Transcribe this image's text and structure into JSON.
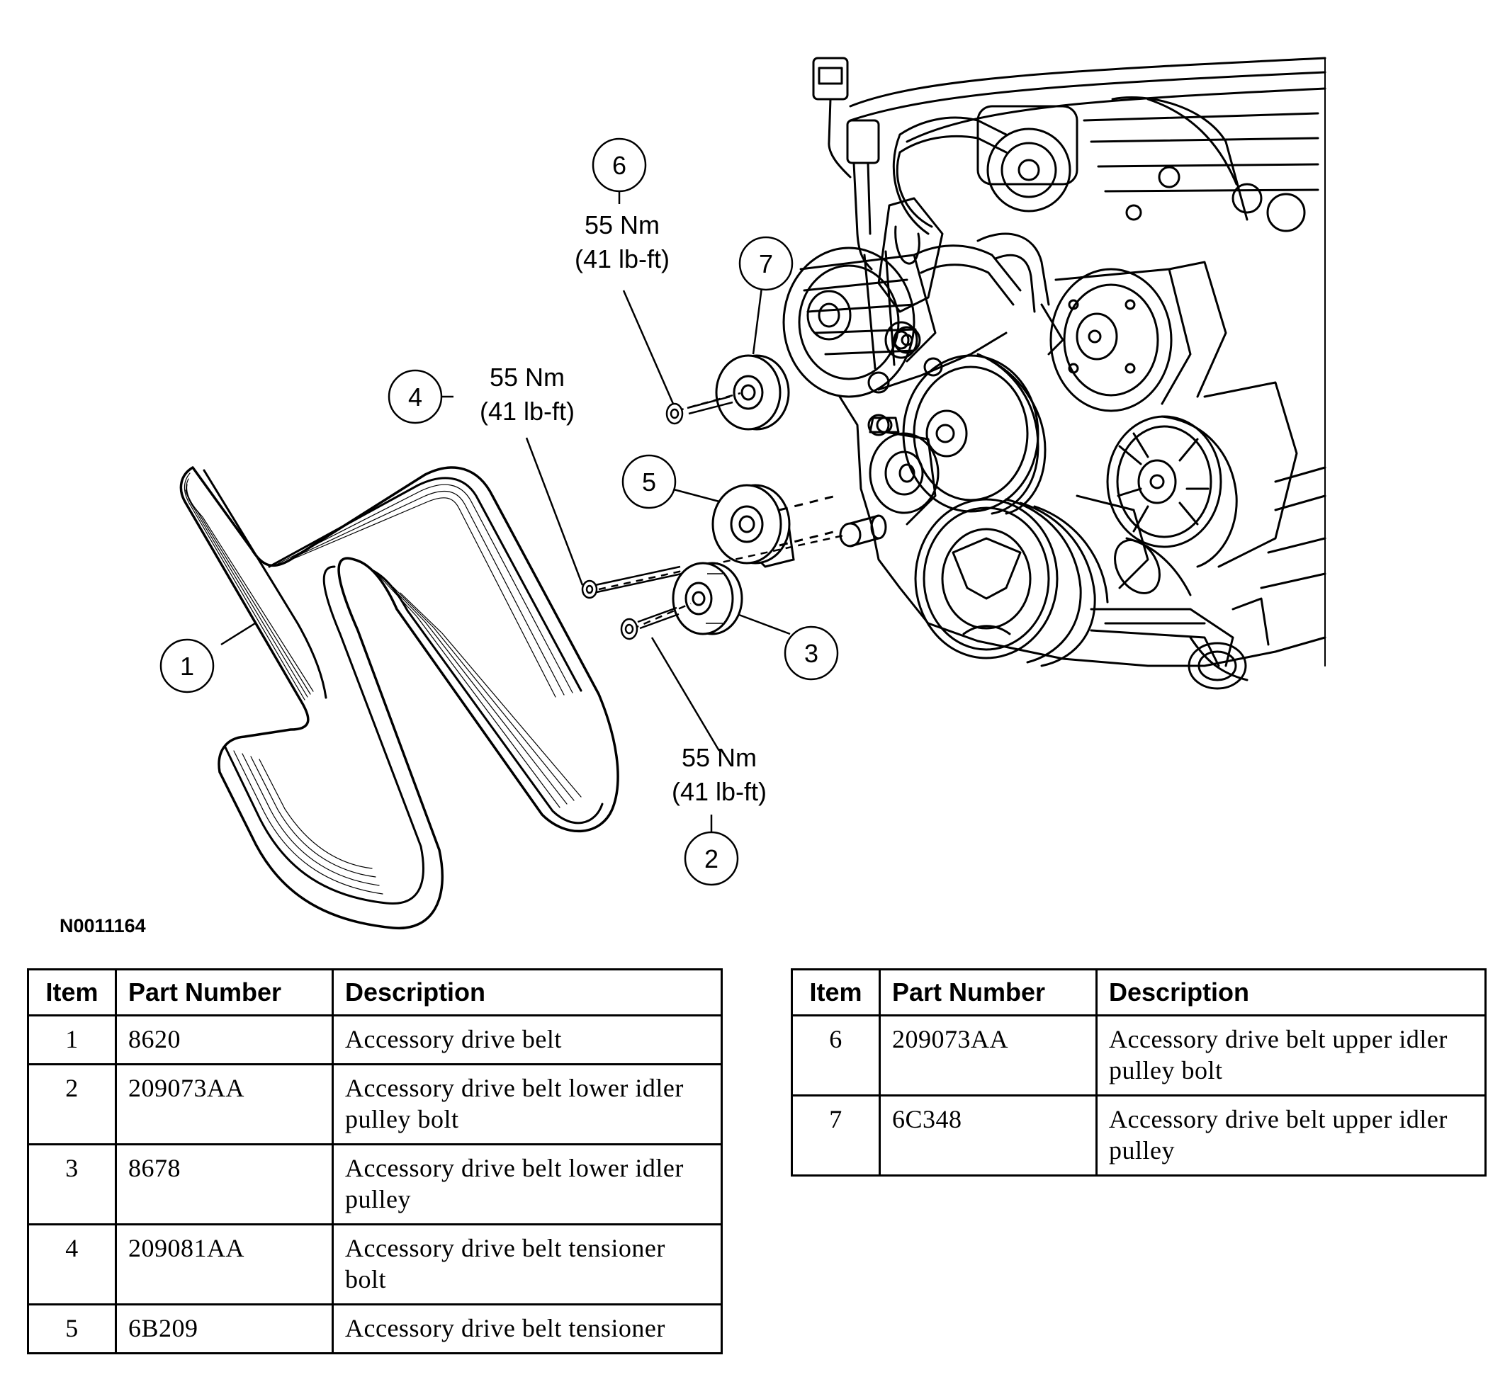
{
  "figure_id": "N0011164",
  "callouts": [
    {
      "id": "1",
      "label": "1"
    },
    {
      "id": "2",
      "label": "2",
      "torque_nm": "55 Nm",
      "torque_lbft": "(41 lb-ft)"
    },
    {
      "id": "3",
      "label": "3"
    },
    {
      "id": "4",
      "label": "4",
      "torque_nm": "55 Nm",
      "torque_lbft": "(41 lb-ft)"
    },
    {
      "id": "5",
      "label": "5"
    },
    {
      "id": "6",
      "label": "6",
      "torque_nm": "55 Nm",
      "torque_lbft": "(41 lb-ft)"
    },
    {
      "id": "7",
      "label": "7"
    }
  ],
  "table": {
    "headers": {
      "item": "Item",
      "part": "Part Number",
      "desc": "Description"
    },
    "rows": [
      {
        "item": "1",
        "part": "8620",
        "desc": "Accessory drive belt"
      },
      {
        "item": "2",
        "part": "209073AA",
        "desc": "Accessory drive belt lower idler pulley bolt"
      },
      {
        "item": "3",
        "part": "8678",
        "desc": "Accessory drive belt lower idler pulley"
      },
      {
        "item": "4",
        "part": "209081AA",
        "desc": "Accessory drive belt tensioner bolt"
      },
      {
        "item": "5",
        "part": "6B209",
        "desc": "Accessory drive belt tensioner"
      },
      {
        "item": "6",
        "part": "209073AA",
        "desc": "Accessory drive belt upper idler pulley bolt"
      },
      {
        "item": "7",
        "part": "6C348",
        "desc": "Accessory drive belt upper idler pulley"
      }
    ]
  }
}
